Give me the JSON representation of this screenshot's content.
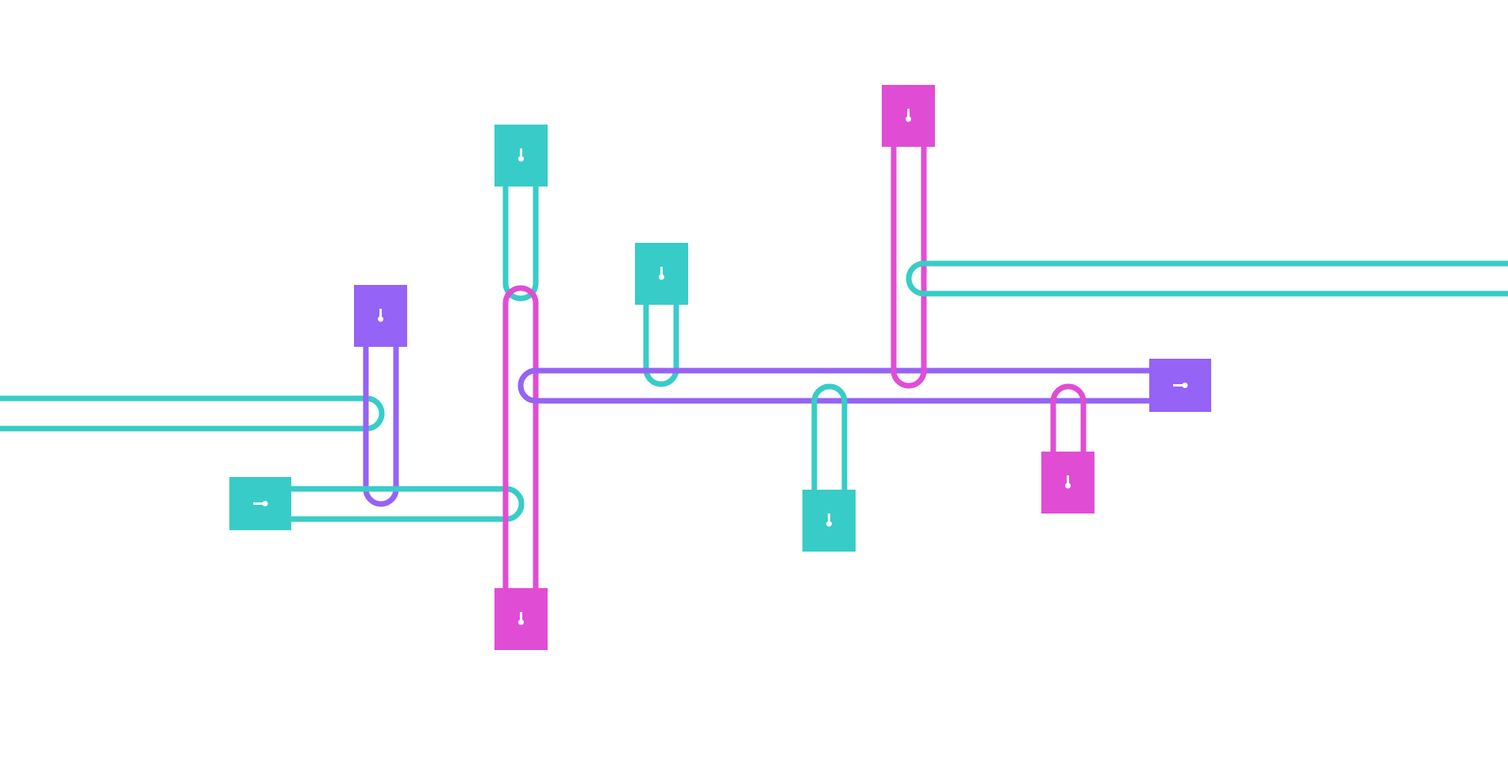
{
  "scene": {
    "background": "#ffffff",
    "colors": {
      "teal": "#38CCC8",
      "purple": "#9563F5",
      "magenta": "#E04DD4",
      "keyhole": "#ffffff"
    }
  },
  "padlocks": [
    {
      "id": "teal-top",
      "color": "teal",
      "icon": "padlock-icon"
    },
    {
      "id": "magenta-top",
      "color": "magenta",
      "icon": "padlock-icon"
    },
    {
      "id": "teal-mid",
      "color": "teal",
      "icon": "padlock-icon"
    },
    {
      "id": "purple-left",
      "color": "purple",
      "icon": "padlock-icon"
    },
    {
      "id": "teal-left",
      "color": "teal",
      "icon": "padlock-icon"
    },
    {
      "id": "magenta-bottom",
      "color": "magenta",
      "icon": "padlock-icon"
    },
    {
      "id": "teal-bottom",
      "color": "teal",
      "icon": "padlock-icon"
    },
    {
      "id": "magenta-right",
      "color": "magenta",
      "icon": "padlock-icon"
    },
    {
      "id": "purple-right",
      "color": "purple",
      "icon": "padlock-icon"
    }
  ]
}
